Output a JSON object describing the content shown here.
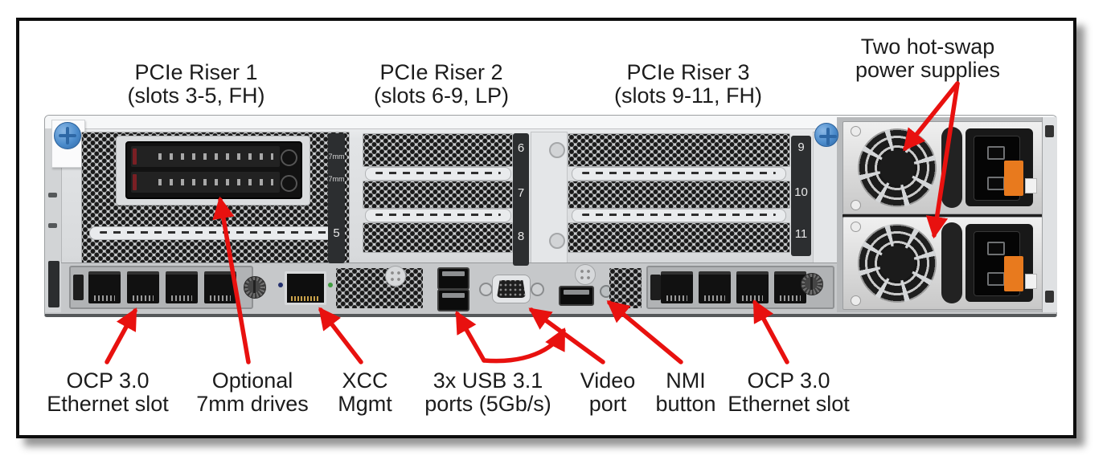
{
  "figure": {
    "callouts": {
      "riser1": {
        "line1": "PCIe Riser 1",
        "line2": "(slots 3-5, FH)"
      },
      "riser2": {
        "line1": "PCIe Riser 2",
        "line2": "(slots 6-9, LP)"
      },
      "riser3": {
        "line1": "PCIe Riser 3",
        "line2": "(slots 9-11, FH)"
      },
      "psus": {
        "line1": "Two hot-swap",
        "line2": "power supplies"
      },
      "ocp_left": {
        "line1": "OCP 3.0",
        "line2": "Ethernet slot"
      },
      "drives_7mm": {
        "line1": "Optional",
        "line2": "7mm drives"
      },
      "xcc": {
        "line1": "XCC",
        "line2": "Mgmt"
      },
      "usb": {
        "line1": "3x USB 3.1",
        "line2": "ports (5Gb/s)"
      },
      "video": {
        "line1": "Video",
        "line2": "port"
      },
      "nmi": {
        "line1": "NMI",
        "line2": "button"
      },
      "ocp_right": {
        "line1": "OCP 3.0",
        "line2": "Ethernet slot"
      }
    },
    "slot_markers": {
      "riser1": [
        "7mm",
        "7mm",
        "5"
      ],
      "riser2": [
        "6",
        "7",
        "8"
      ],
      "riser3": [
        "9",
        "10",
        "11"
      ]
    },
    "colors": {
      "callout_red": "#e8110f",
      "thumbscrew_blue": "#4c8ccc",
      "psu_latch_orange": "#e87a1e"
    }
  }
}
